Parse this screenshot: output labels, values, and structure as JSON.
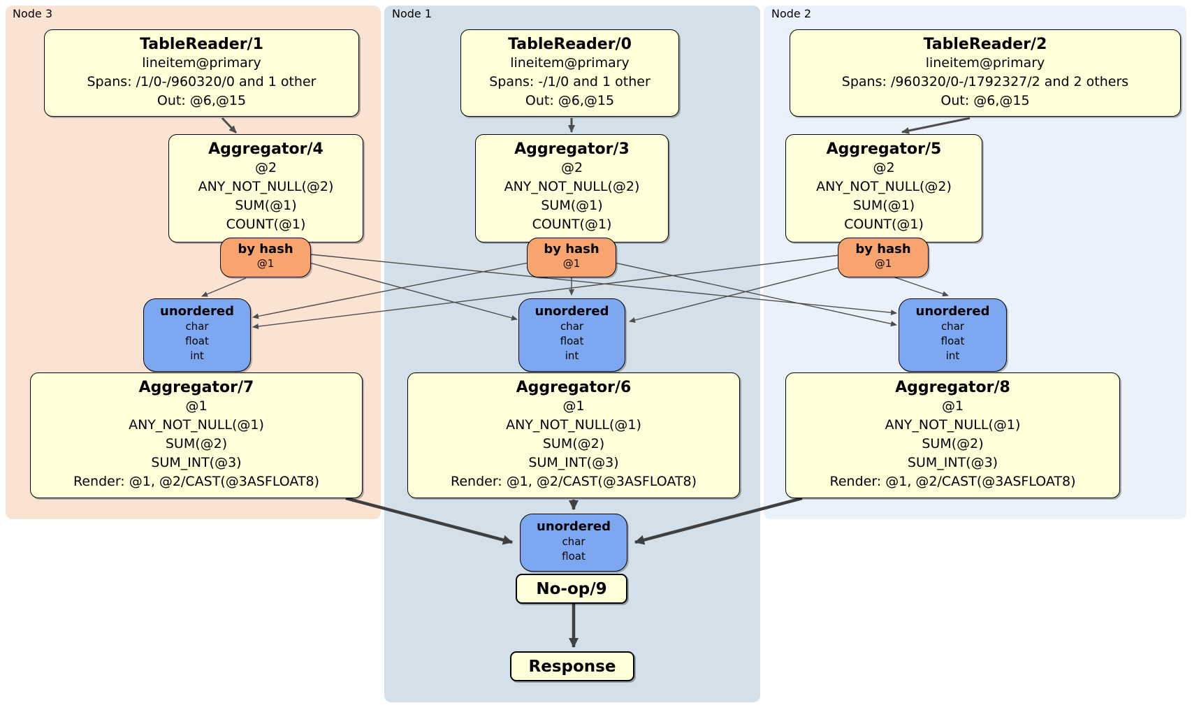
{
  "colors": {
    "background": "#ffffff",
    "panel_node3": "#fbe3d4",
    "panel_node1": "#d3e0ea",
    "panel_node2": "#ebf1fa",
    "node_fill": "#ffffd9",
    "router_fill": "#f8a46f",
    "sync_fill": "#7da7f0",
    "edge": "#4d4d4d"
  },
  "panels": {
    "node3": {
      "label": "Node 3"
    },
    "node1": {
      "label": "Node 1"
    },
    "node2": {
      "label": "Node 2"
    }
  },
  "nodes": {
    "tr1": {
      "title": "TableReader/1",
      "lines": [
        "lineitem@primary",
        "Spans: /1/0-/960320/0 and 1 other",
        "Out: @6,@15"
      ]
    },
    "tr0": {
      "title": "TableReader/0",
      "lines": [
        "lineitem@primary",
        "Spans: -/1/0 and 1 other",
        "Out: @6,@15"
      ]
    },
    "tr2": {
      "title": "TableReader/2",
      "lines": [
        "lineitem@primary",
        "Spans: /960320/0-/1792327/2 and 2 others",
        "Out: @6,@15"
      ]
    },
    "agg4": {
      "title": "Aggregator/4",
      "lines": [
        "@2",
        "ANY_NOT_NULL(@2)",
        "SUM(@1)",
        "COUNT(@1)"
      ]
    },
    "agg3": {
      "title": "Aggregator/3",
      "lines": [
        "@2",
        "ANY_NOT_NULL(@2)",
        "SUM(@1)",
        "COUNT(@1)"
      ]
    },
    "agg5": {
      "title": "Aggregator/5",
      "lines": [
        "@2",
        "ANY_NOT_NULL(@2)",
        "SUM(@1)",
        "COUNT(@1)"
      ]
    },
    "agg7": {
      "title": "Aggregator/7",
      "lines": [
        "@1",
        "ANY_NOT_NULL(@1)",
        "SUM(@2)",
        "SUM_INT(@3)",
        "Render: @1, @2/CAST(@3ASFLOAT8)"
      ]
    },
    "agg6": {
      "title": "Aggregator/6",
      "lines": [
        "@1",
        "ANY_NOT_NULL(@1)",
        "SUM(@2)",
        "SUM_INT(@3)",
        "Render: @1, @2/CAST(@3ASFLOAT8)"
      ]
    },
    "agg8": {
      "title": "Aggregator/8",
      "lines": [
        "@1",
        "ANY_NOT_NULL(@1)",
        "SUM(@2)",
        "SUM_INT(@3)",
        "Render: @1, @2/CAST(@3ASFLOAT8)"
      ]
    },
    "noop": {
      "title": "No-op/9"
    },
    "response": {
      "title": "Response"
    }
  },
  "router": {
    "title": "by hash",
    "key": "@1"
  },
  "sync3": {
    "title": "unordered",
    "types": [
      "char",
      "float",
      "int"
    ]
  },
  "sync2": {
    "title": "unordered",
    "types": [
      "char",
      "float"
    ]
  },
  "edges": [
    {
      "from": "TableReader/1",
      "to": "Aggregator/4"
    },
    {
      "from": "TableReader/0",
      "to": "Aggregator/3"
    },
    {
      "from": "TableReader/2",
      "to": "Aggregator/5"
    },
    {
      "from": "by hash (Node 3)",
      "to": "unordered (Node 3)"
    },
    {
      "from": "by hash (Node 3)",
      "to": "unordered (Node 1)"
    },
    {
      "from": "by hash (Node 3)",
      "to": "unordered (Node 2)"
    },
    {
      "from": "by hash (Node 1)",
      "to": "unordered (Node 3)"
    },
    {
      "from": "by hash (Node 1)",
      "to": "unordered (Node 1)"
    },
    {
      "from": "by hash (Node 1)",
      "to": "unordered (Node 2)"
    },
    {
      "from": "by hash (Node 2)",
      "to": "unordered (Node 3)"
    },
    {
      "from": "by hash (Node 2)",
      "to": "unordered (Node 1)"
    },
    {
      "from": "by hash (Node 2)",
      "to": "unordered (Node 2)"
    },
    {
      "from": "Aggregator/7",
      "to": "unordered (final)"
    },
    {
      "from": "Aggregator/6",
      "to": "unordered (final)"
    },
    {
      "from": "Aggregator/8",
      "to": "unordered (final)"
    },
    {
      "from": "unordered (final)",
      "to": "No-op/9"
    },
    {
      "from": "No-op/9",
      "to": "Response"
    }
  ]
}
